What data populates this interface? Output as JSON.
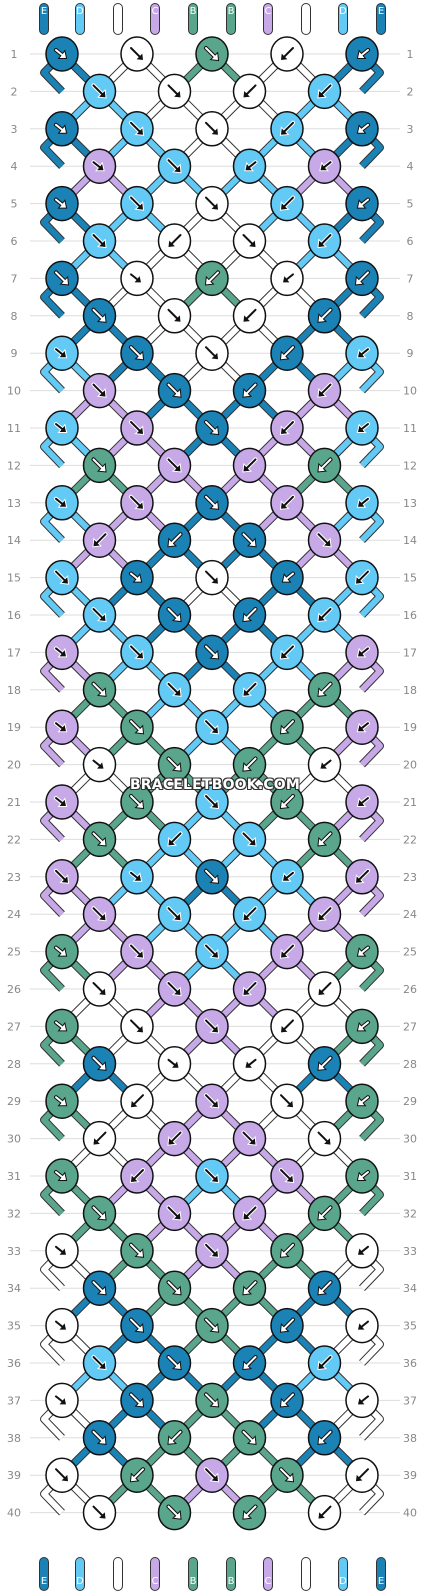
{
  "colors": {
    "E": "#1b82b5",
    "D": "#63c9f5",
    "A": "#ffffff",
    "C": "#c7a9e8",
    "B": "#5aa68c"
  },
  "top_labels": [
    "E",
    "D",
    "A",
    "C",
    "B",
    "B",
    "C",
    "A",
    "D",
    "E"
  ],
  "bottom_labels": [
    "E",
    "D",
    "A",
    "C",
    "B",
    "B",
    "C",
    "A",
    "D",
    "E"
  ],
  "row_numbers": [
    "1",
    "2",
    "3",
    "4",
    "5",
    "6",
    "7",
    "8",
    "9",
    "10",
    "11",
    "12",
    "13",
    "14",
    "15",
    "16",
    "17",
    "18",
    "19",
    "20",
    "21",
    "22",
    "23",
    "24",
    "25",
    "26",
    "27",
    "28",
    "29",
    "30",
    "31",
    "32",
    "33",
    "34",
    "35",
    "36",
    "37",
    "38",
    "39",
    "40"
  ],
  "watermark": "BRACELETBOOK.COM",
  "knots": [
    [
      "E",
      "A",
      "B",
      "A",
      "E"
    ],
    [
      "D",
      "A",
      "A",
      "D"
    ],
    [
      "E",
      "D",
      "A",
      "D",
      "E"
    ],
    [
      "C",
      "D",
      "D",
      "C"
    ],
    [
      "E",
      "D",
      "A",
      "D",
      "E"
    ],
    [
      "D",
      "A",
      "A",
      "D"
    ],
    [
      "E",
      "A",
      "B",
      "A",
      "E"
    ],
    [
      "E",
      "A",
      "A",
      "E"
    ],
    [
      "D",
      "E",
      "A",
      "E",
      "D"
    ],
    [
      "C",
      "E",
      "E",
      "C"
    ],
    [
      "D",
      "C",
      "E",
      "C",
      "D"
    ],
    [
      "B",
      "C",
      "C",
      "B"
    ],
    [
      "D",
      "C",
      "E",
      "C",
      "D"
    ],
    [
      "C",
      "E",
      "E",
      "C"
    ],
    [
      "D",
      "E",
      "A",
      "E",
      "D"
    ],
    [
      "D",
      "E",
      "E",
      "D"
    ],
    [
      "C",
      "D",
      "E",
      "D",
      "C"
    ],
    [
      "B",
      "D",
      "D",
      "B"
    ],
    [
      "C",
      "B",
      "D",
      "B",
      "C"
    ],
    [
      "A",
      "B",
      "B",
      "A"
    ],
    [
      "C",
      "B",
      "D",
      "B",
      "C"
    ],
    [
      "B",
      "D",
      "D",
      "B"
    ],
    [
      "C",
      "D",
      "E",
      "D",
      "C"
    ],
    [
      "C",
      "D",
      "D",
      "C"
    ],
    [
      "B",
      "C",
      "D",
      "C",
      "B"
    ],
    [
      "A",
      "C",
      "C",
      "A"
    ],
    [
      "B",
      "A",
      "C",
      "A",
      "B"
    ],
    [
      "E",
      "A",
      "A",
      "E"
    ],
    [
      "B",
      "A",
      "C",
      "A",
      "B"
    ],
    [
      "A",
      "C",
      "C",
      "A"
    ],
    [
      "B",
      "C",
      "D",
      "C",
      "B"
    ],
    [
      "B",
      "C",
      "C",
      "B"
    ],
    [
      "A",
      "B",
      "C",
      "B",
      "A"
    ],
    [
      "E",
      "B",
      "B",
      "E"
    ],
    [
      "A",
      "E",
      "B",
      "E",
      "A"
    ],
    [
      "D",
      "E",
      "E",
      "D"
    ],
    [
      "A",
      "E",
      "B",
      "E",
      "A"
    ],
    [
      "E",
      "B",
      "B",
      "E"
    ],
    [
      "A",
      "B",
      "C",
      "B",
      "A"
    ],
    [
      "A",
      "B",
      "B",
      "A"
    ]
  ],
  "arrows": [
    [
      "f",
      "dr",
      "dr",
      "dl",
      "f"
    ],
    [
      "dr",
      "dr",
      "dl",
      "dl"
    ],
    [
      "f",
      "dr",
      "dr",
      "dl",
      "f"
    ],
    [
      "f",
      "dr",
      "f",
      "f"
    ],
    [
      "f",
      "dr",
      "dr",
      "dl",
      "f"
    ],
    [
      "dr",
      "dl",
      "dr",
      "dl"
    ],
    [
      "dr",
      "r",
      "dl",
      "l",
      "dl"
    ],
    [
      "dr",
      "dr",
      "dl",
      "dl"
    ],
    [
      "f",
      "dr",
      "dr",
      "dl",
      "f"
    ],
    [
      "dr",
      "dr",
      "dl",
      "dl"
    ],
    [
      "f",
      "dr",
      "dr",
      "dl",
      "f"
    ],
    [
      "dr",
      "dr",
      "dl",
      "dl"
    ],
    [
      "f",
      "dr",
      "dr",
      "dl",
      "f"
    ],
    [
      "dl",
      "dl",
      "dr",
      "dr"
    ],
    [
      "dr",
      "f",
      "dr",
      "f",
      "dl"
    ],
    [
      "dr",
      "dr",
      "dl",
      "dl"
    ],
    [
      "f",
      "dr",
      "dr",
      "dl",
      "f"
    ],
    [
      "dr",
      "dr",
      "dl",
      "dl"
    ],
    [
      "f",
      "dr",
      "dr",
      "dl",
      "f"
    ],
    [
      "f",
      "dr",
      "dl",
      "f"
    ],
    [
      "f",
      "dr",
      "dr",
      "dl",
      "f"
    ],
    [
      "dr",
      "dl",
      "dr",
      "dl"
    ],
    [
      "dr",
      "f",
      "dr",
      "f",
      "dl"
    ],
    [
      "dr",
      "dr",
      "dl",
      "dl"
    ],
    [
      "f",
      "dr",
      "dr",
      "dl",
      "f"
    ],
    [
      "dr",
      "dr",
      "dl",
      "dl"
    ],
    [
      "f",
      "dr",
      "dr",
      "dl",
      "f"
    ],
    [
      "dr",
      "f",
      "f",
      "dl"
    ],
    [
      "f",
      "dl",
      "dr",
      "dr",
      "f"
    ],
    [
      "dl",
      "dl",
      "dr",
      "dr"
    ],
    [
      "f",
      "dl",
      "dr",
      "dr",
      "f"
    ],
    [
      "dr",
      "dr",
      "dl",
      "dl"
    ],
    [
      "f",
      "dr",
      "dr",
      "dl",
      "f"
    ],
    [
      "dr",
      "dr",
      "dl",
      "dl"
    ],
    [
      "f",
      "dr",
      "dr",
      "dl",
      "f"
    ],
    [
      "dr",
      "dr",
      "dl",
      "dl"
    ],
    [
      "f",
      "dr",
      "dr",
      "dl",
      "f"
    ],
    [
      "dr",
      "dl",
      "dr",
      "dl"
    ],
    [
      "dr",
      "dl",
      "dr",
      "dr",
      "dl"
    ],
    [
      "dr",
      "dr",
      "dl",
      "dl"
    ]
  ]
}
